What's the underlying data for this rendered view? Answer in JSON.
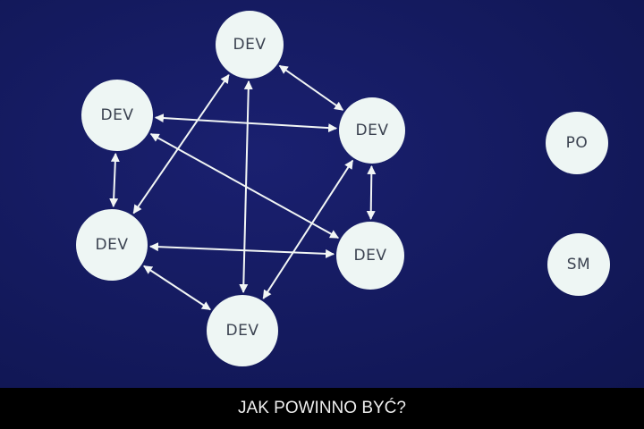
{
  "slide": {
    "nodes": [
      {
        "id": "dev-top",
        "label": "DEV"
      },
      {
        "id": "dev-left-top",
        "label": "DEV"
      },
      {
        "id": "dev-right-top",
        "label": "DEV"
      },
      {
        "id": "dev-left-bottom",
        "label": "DEV"
      },
      {
        "id": "dev-right-bottom",
        "label": "DEV"
      },
      {
        "id": "dev-bottom",
        "label": "DEV"
      },
      {
        "id": "po",
        "label": "PO"
      },
      {
        "id": "sm",
        "label": "SM"
      }
    ],
    "edges": [
      [
        "dev-top",
        "dev-right-top"
      ],
      [
        "dev-top",
        "dev-left-bottom"
      ],
      [
        "dev-top",
        "dev-bottom"
      ],
      [
        "dev-left-top",
        "dev-right-top"
      ],
      [
        "dev-left-top",
        "dev-left-bottom"
      ],
      [
        "dev-left-top",
        "dev-right-bottom"
      ],
      [
        "dev-right-top",
        "dev-right-bottom"
      ],
      [
        "dev-right-top",
        "dev-bottom"
      ],
      [
        "dev-left-bottom",
        "dev-right-bottom"
      ],
      [
        "dev-left-bottom",
        "dev-bottom"
      ]
    ],
    "edge_style": "bidirectional-arrow",
    "colors": {
      "background": "#141a5e",
      "node": "#eef6f4",
      "node_text": "#3b4250",
      "edge": "#f2f6f5"
    }
  },
  "caption": {
    "text": "JAK POWINNO BYĆ?"
  }
}
